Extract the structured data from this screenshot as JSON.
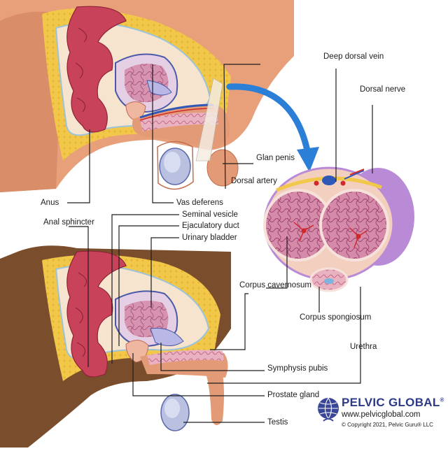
{
  "labels": {
    "deep_dorsal_vein": [
      "Deep",
      "dorsal vein"
    ],
    "dorsal_nerve": [
      "Dorsal",
      "nerve"
    ],
    "glan_penis": [
      "Glan",
      "penis"
    ],
    "dorsal_artery": [
      "Dorsal",
      "artery"
    ],
    "anus": "Anus",
    "vas_deferens": "Vas deferens",
    "seminal_vesicle": "Seminal vesicle",
    "anal_sphincter": [
      "Anal",
      "sphincter"
    ],
    "ejaculatory_duct": "Ejaculatory duct",
    "urinary_bladder": "Urinary bladder",
    "corpus_cavernosum": [
      "Corpus",
      "cavernosum"
    ],
    "corpus_spongiosum": [
      "Corpus",
      "spongiosum"
    ],
    "urethra": "Urethra",
    "symphysis_pubis": [
      "Symphysis",
      "pubis"
    ],
    "prostate_gland": [
      "Prostate",
      "gland"
    ],
    "testis": "Testis"
  },
  "brand": {
    "name": "PELVIC GLOBAL",
    "trademark": "®",
    "url": "www.pelvicglobal.com",
    "copyright": "© Copyright 2021, Pelvic Guru® LLC"
  },
  "colors": {
    "skin_light": "#e8a07a",
    "skin_dark": "#7a4e2c",
    "rectum": "#c8435a",
    "fat": "#f2c84a",
    "bladder": "#b9b7e6",
    "artery": "#d0282a",
    "vein": "#2e57b8",
    "arrow": "#2c7fd6",
    "brand": "#2d3a86"
  }
}
